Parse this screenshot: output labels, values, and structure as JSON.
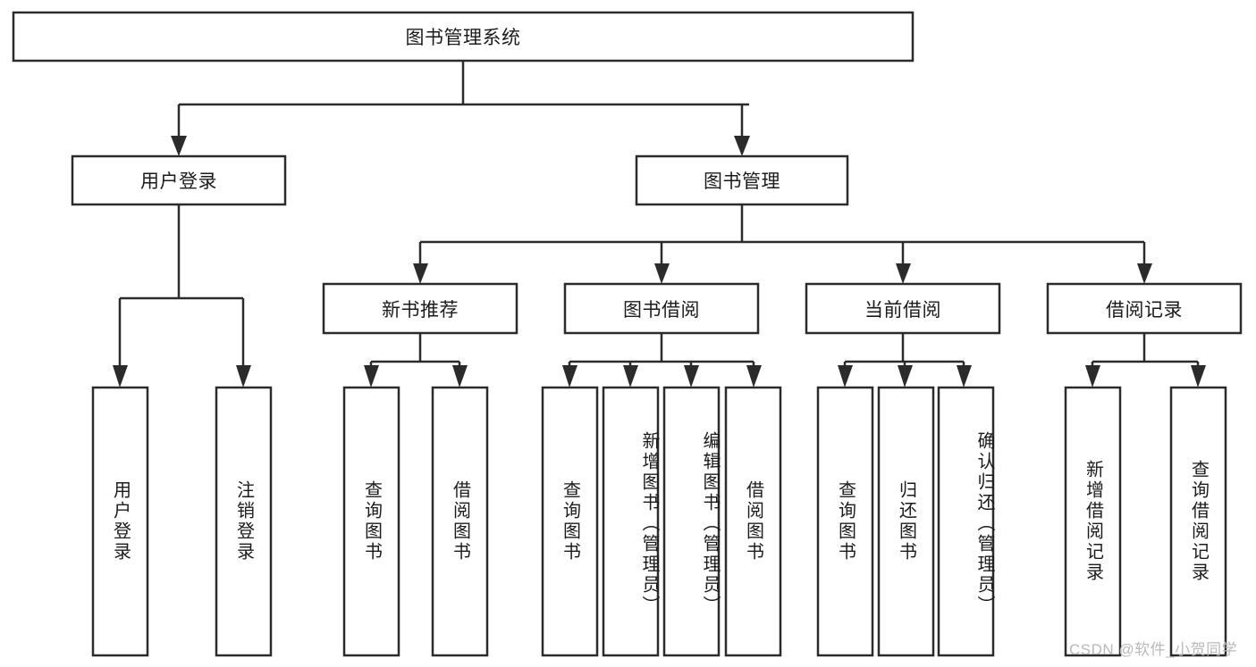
{
  "diagram": {
    "type": "tree",
    "title": "图书管理系统",
    "root": {
      "id": "root",
      "label": "图书管理系统"
    },
    "level1": [
      {
        "id": "user-login",
        "label": "用户登录"
      },
      {
        "id": "book-manage",
        "label": "图书管理"
      }
    ],
    "level2": [
      {
        "id": "new-book-recommend",
        "label": "新书推荐",
        "parent": "book-manage"
      },
      {
        "id": "book-borrow",
        "label": "图书借阅",
        "parent": "book-manage"
      },
      {
        "id": "current-borrow",
        "label": "当前借阅",
        "parent": "book-manage"
      },
      {
        "id": "borrow-record",
        "label": "借阅记录",
        "parent": "book-manage"
      }
    ],
    "leaves": [
      {
        "id": "leaf-user-login",
        "label": "用户登录",
        "parent": "user-login"
      },
      {
        "id": "leaf-logout",
        "label": "注销登录",
        "parent": "user-login"
      },
      {
        "id": "leaf-query-book-1",
        "label": "查询图书",
        "parent": "new-book-recommend"
      },
      {
        "id": "leaf-borrow-book-1",
        "label": "借阅图书",
        "parent": "new-book-recommend"
      },
      {
        "id": "leaf-query-book-2",
        "label": "查询图书",
        "parent": "book-borrow"
      },
      {
        "id": "leaf-add-book",
        "label": "新增图书（管理员）",
        "parent": "book-borrow"
      },
      {
        "id": "leaf-edit-book",
        "label": "编辑图书（管理员）",
        "parent": "book-borrow"
      },
      {
        "id": "leaf-borrow-book-2",
        "label": "借阅图书",
        "parent": "book-borrow"
      },
      {
        "id": "leaf-query-book-3",
        "label": "查询图书",
        "parent": "current-borrow"
      },
      {
        "id": "leaf-return-book",
        "label": "归还图书",
        "parent": "current-borrow"
      },
      {
        "id": "leaf-confirm-return",
        "label": "确认归还（管理员）",
        "parent": "current-borrow"
      },
      {
        "id": "leaf-add-record",
        "label": "新增借阅记录",
        "parent": "borrow-record"
      },
      {
        "id": "leaf-query-record",
        "label": "查询借阅记录",
        "parent": "borrow-record"
      }
    ],
    "colors": {
      "stroke": "#2b2b2b",
      "fill": "#ffffff",
      "text": "#1b1b1b",
      "watermark": "#b9b9b9"
    }
  },
  "watermark": {
    "text": "CSDN @软件_小贺同学"
  }
}
